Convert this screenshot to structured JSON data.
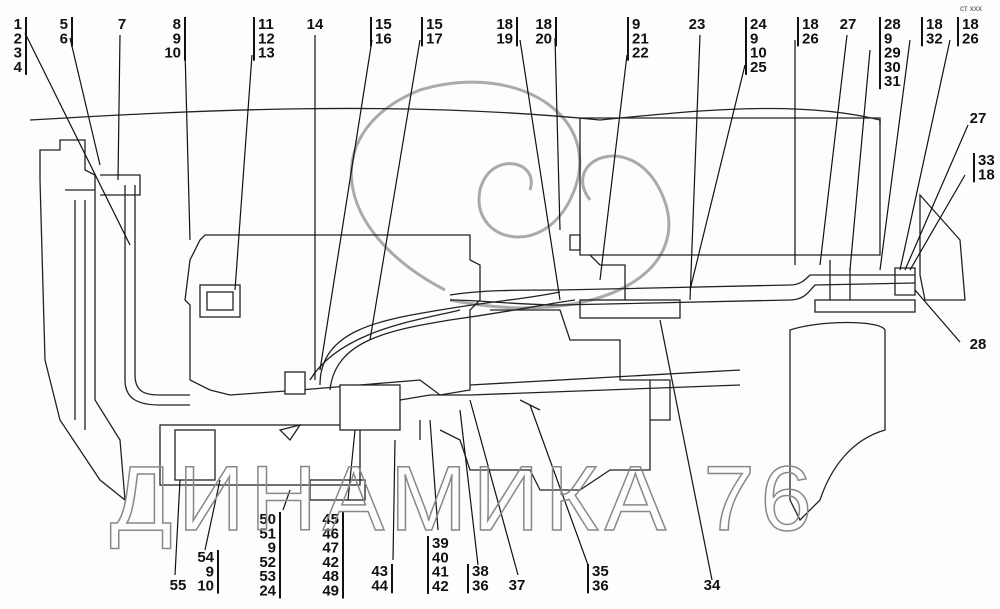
{
  "diagram": {
    "title_mark": "ст ххх",
    "watermark": "ДИНАМИКА 76",
    "callouts_top": [
      [
        "1",
        "2",
        "3",
        "4"
      ],
      [
        "5",
        "6"
      ],
      [
        "7"
      ],
      [
        "8",
        "9",
        "10"
      ],
      [
        "11",
        "12",
        "13"
      ],
      [
        "14"
      ],
      [
        "15",
        "16"
      ],
      [
        "15",
        "17"
      ],
      [
        "18",
        "19"
      ],
      [
        "18",
        "20"
      ],
      [
        "9",
        "21",
        "22"
      ],
      [
        "23"
      ],
      [
        "24",
        "9",
        "10",
        "25"
      ],
      [
        "18",
        "26"
      ],
      [
        "27"
      ],
      [
        "28",
        "9",
        "29",
        "30",
        "31"
      ],
      [
        "18",
        "32"
      ],
      [
        "18",
        "26"
      ]
    ],
    "callouts_right": [
      [
        "27"
      ],
      [
        "33",
        "18"
      ],
      [
        "28"
      ]
    ],
    "callouts_bottom": [
      [
        "55"
      ],
      [
        "54",
        "9",
        "10"
      ],
      [
        "50",
        "51",
        "9",
        "52",
        "53",
        "24"
      ],
      [
        "45",
        "46",
        "47",
        "42",
        "48",
        "49"
      ],
      [
        "43",
        "44"
      ],
      [
        "39",
        "40",
        "41",
        "42"
      ],
      [
        "38",
        "36"
      ],
      [
        "37"
      ],
      [
        "35",
        "36"
      ],
      [
        "34"
      ]
    ]
  }
}
